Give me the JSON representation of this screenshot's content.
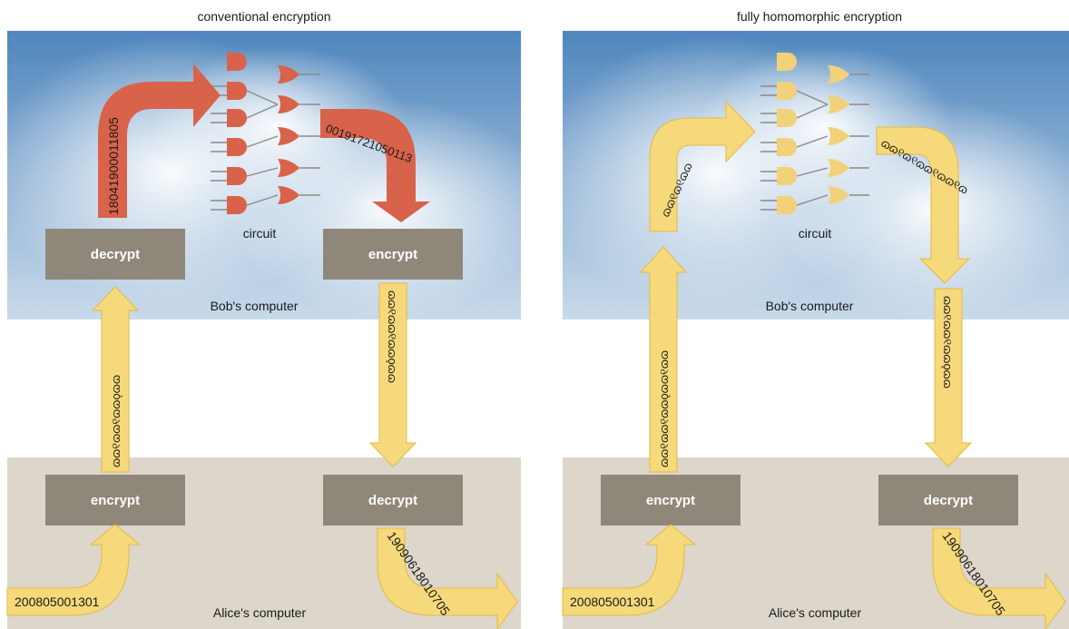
{
  "colors": {
    "sky_top": "#4f86bd",
    "sky_bottom": "#c9daea",
    "cloud": "#f6f7f9",
    "alice_bg": "#dcd6cb",
    "box": "#8f887a",
    "box_text": "#ffffff",
    "yellow_arrow": "#f6d97a",
    "yellow_arrow_stroke": "#e3b945",
    "red_arrow": "#d9634a",
    "red_gate": "#d9634a",
    "yellow_gate": "#f1d27a",
    "wire": "#8a8a8a",
    "text": "#1a1a1a"
  },
  "panels": [
    {
      "id": "conventional",
      "title": "conventional encryption",
      "circuit_label": "circuit",
      "bob_label": "Bob's computer",
      "alice_label": "Alice's computer",
      "gate_style": "red",
      "boxes": {
        "top_left": "decrypt",
        "top_right": "encrypt",
        "bottom_left": "encrypt",
        "bottom_right": "decrypt"
      },
      "strings": {
        "alice_input": "200805001301",
        "alice_output": "19090618010705",
        "curve_in": "18041900011805",
        "curve_out": "00191721050113",
        "cipher_up": "ɷɷ୧ɷɷ୧ɷɷǫɷɷ",
        "cipher_down": "ɷɷ୧ɷɷ୧ɷɷǫɷɷ"
      }
    },
    {
      "id": "homomorphic",
      "title": "fully homomorphic encryption",
      "circuit_label": "circuit",
      "bob_label": "Bob's computer",
      "alice_label": "Alice's computer",
      "gate_style": "yellow",
      "boxes": {
        "top_left": "",
        "top_right": "",
        "bottom_left": "encrypt",
        "bottom_right": "decrypt"
      },
      "strings": {
        "alice_input": "200805001301",
        "alice_output": "19090618010705",
        "curve_in": "ɷɷ୧ɷ୧ɷɷ",
        "curve_out": "ɷɷ୧ɷ୧ɷɷ୧ɷɷ୧ɷ",
        "cipher_up": "ɷɷ୧ɷɷ୧ɷɷǫɷɷ୧ɷɷ",
        "cipher_down": "ɷɷ୧ɷɷ୧ɷɷǫɷɷ"
      }
    }
  ]
}
